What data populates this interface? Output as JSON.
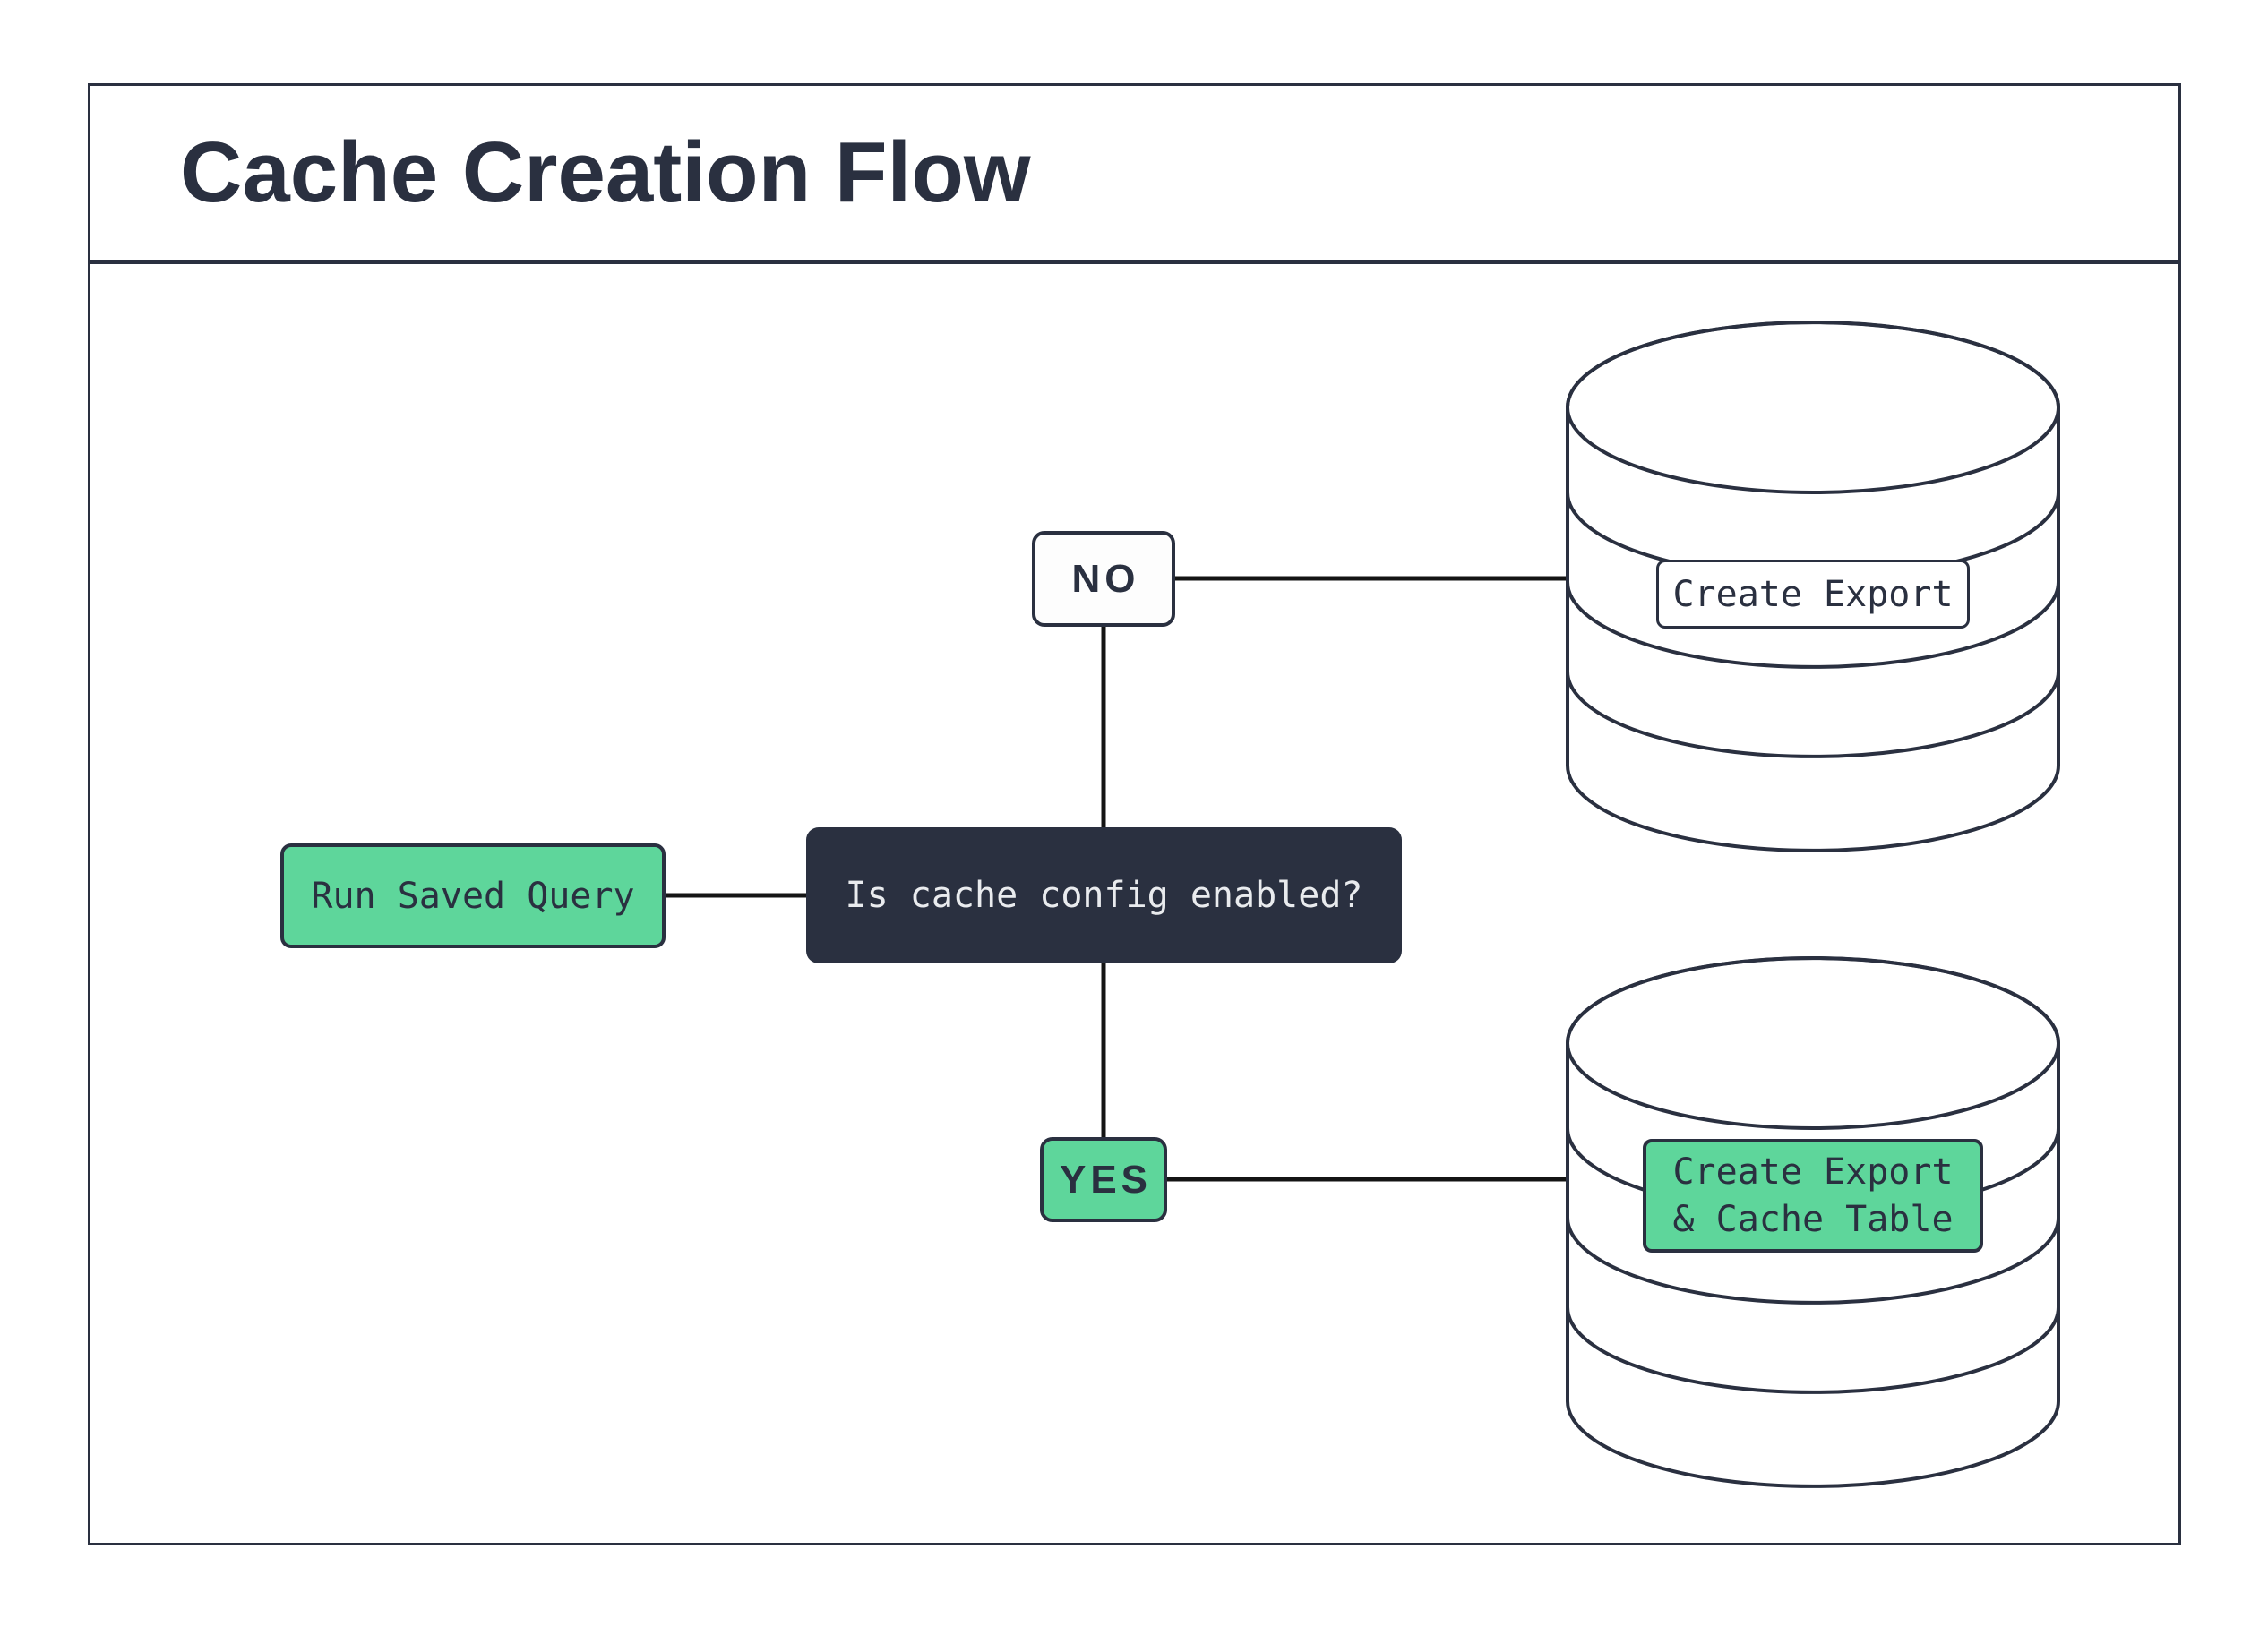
{
  "title": "Cache Creation Flow",
  "colors": {
    "navy": "#2a3040",
    "green": "#5ed69b",
    "line": "#141414",
    "light-text": "#e9ebee",
    "white-box": "#fdfdfd",
    "paper": "#ffffff"
  },
  "flow": {
    "start": {
      "label": "Run Saved Query"
    },
    "decision": {
      "label": "Is cache config enabled?"
    },
    "branch_no": {
      "label": "NO"
    },
    "branch_yes": {
      "label": "YES"
    },
    "db_no_label": {
      "label": "Create Export"
    },
    "db_yes_label": {
      "line1": "Create Export",
      "line2": "& Cache Table"
    }
  }
}
